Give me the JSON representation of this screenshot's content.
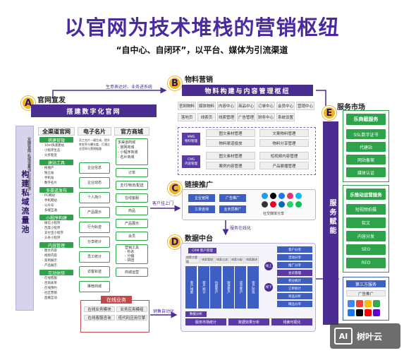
{
  "title": "以官网为技术堆栈的营销枢纽",
  "subtitle": "“自中心、自闭环”，以平台、媒体为引流渠道",
  "sections": {
    "a": {
      "letter": "A",
      "label": "官网宣发",
      "bar": "搭建数字化官网",
      "note": "生意表达好、业务进系统"
    },
    "b": {
      "letter": "B",
      "label": "物料营销",
      "bar": "物料构建与内容管理枢纽"
    },
    "c": {
      "letter": "C",
      "label": "链接推广"
    },
    "d": {
      "letter": "D",
      "label": "数据中台"
    },
    "e": {
      "letter": "E",
      "label": "服务市场"
    }
  },
  "left_panel": {
    "vertical_text": "构建私域流量池",
    "vertical_sub": "（品牌官网·私域流量池·公众号引流…）",
    "col1_head": "全渠道官网",
    "col1_groups": [
      {
        "head": "搭建官微",
        "items": [
          "10m快速建站",
          "小程序生态",
          "分享裂变"
        ]
      },
      {
        "head": "建站工具",
        "items": [
          "拖拽产",
          "独立站",
          "手机站",
          "数字名片"
        ]
      },
      {
        "head": "多渠道发布",
        "items": [
          "PC网站",
          "手机网站",
          "公众号",
          "多端互通"
        ]
      },
      {
        "head": "小程序构建",
        "items": [
          "微信小程序",
          "百度小程序",
          "支付宝小程序",
          "头条小程序"
        ]
      },
      {
        "head": "内容管理",
        "items": [
          "图文内容",
          "视频内容",
          "案例展示",
          "产品展示"
        ]
      },
      {
        "head": "互动体验",
        "items": [
          "在线客服",
          "咨询表单",
          "在线预约",
          "社区营销",
          "直播互动"
        ]
      }
    ],
    "col2_head": "电子名片",
    "col2_intro": "员工名片一键生成，提升转发率与曝光度，打通企业官网与营销链路",
    "col2_items": [
      "企业信息",
      "企业动态",
      "个人简介",
      "产品展示",
      "行为轨迹",
      "分享统计",
      "员工统计",
      "访客轨迹",
      "推荐商城"
    ],
    "col3_head": "官方商城",
    "col3_intro": "多渠道商城\n- 官网商城\n- 小程序商城\n- 名片商城",
    "col3_items": [
      "订单",
      "支付/物流/配送",
      "在线客服",
      "商品",
      "产品展示",
      "会员",
      "营销工具\n- 秒杀\n- 分销\n- 拼团",
      "商城运营"
    ]
  },
  "b_grid": {
    "row1": [
      "官网物料",
      "媒体物料",
      "内容中心",
      "商品中心",
      "订单中心",
      "会员中心",
      "营销中心"
    ],
    "row2": [
      "落地页",
      "线索页",
      "线索管理",
      "广告管理",
      "财务中心",
      "系统设置"
    ],
    "mms_label": "MMS\n物料管理",
    "cms_label": "CMS\n内容管理",
    "mms_items": [
      "图文素材管理",
      "文案物料管理",
      "物料渠道投放",
      "物料分享管理"
    ],
    "cms_items": [
      "图文素材管理",
      "短视频内容管理",
      "案例内容管理",
      "产品展播管理"
    ]
  },
  "c_block": {
    "items": [
      "企业官网",
      "广告推广",
      "工单咨询",
      "业务员推广"
    ],
    "arrow_label": "客户挂上门",
    "social_label": "社交媒体分享"
  },
  "d_block": {
    "arrow_label": "服务在线化",
    "crm_label": "CRM 客户管理",
    "lead_cols": [
      "线索方管理",
      "线索管理",
      "线索过滤",
      "线索分配",
      "线索跟进"
    ],
    "sub_cols": [
      "客户线索",
      "客户统计",
      "拉新客户",
      "跟进客户",
      "成交客户",
      "客户阶段"
    ],
    "up_label": "线上",
    "down_label": "线下",
    "right_items": [
      "客户分享",
      "活动分享",
      "推广分享",
      "会员管理",
      "积分统计",
      "订单统计",
      "商品分析",
      "精品分享"
    ],
    "stats_label": "数据分析",
    "bottom_bars": [
      "服务市场统计",
      "数据效果分析",
      "线索可视化"
    ]
  },
  "online_box": {
    "head": "在线业务",
    "items": [
      "在线业务模块",
      "业务应用模组",
      "在线客服咨询",
      "低代码应用引擎"
    ],
    "arrow_label": "销售自动化"
  },
  "e_block": {
    "vertical": "服务赋能",
    "box1_head": "乐商截服务",
    "box1_items": [
      "SSL数字证书",
      "代建站",
      "网站备案",
      "媒体认证"
    ],
    "box2_head": "乐推动运营服务",
    "box2_items": [
      "短视频拍摄",
      "软文",
      "内容分发",
      "SEO",
      "REO"
    ],
    "box3_head": "第三方服务",
    "box3_items": [
      "广告推广"
    ]
  },
  "watermark": {
    "text": "树叶云"
  }
}
